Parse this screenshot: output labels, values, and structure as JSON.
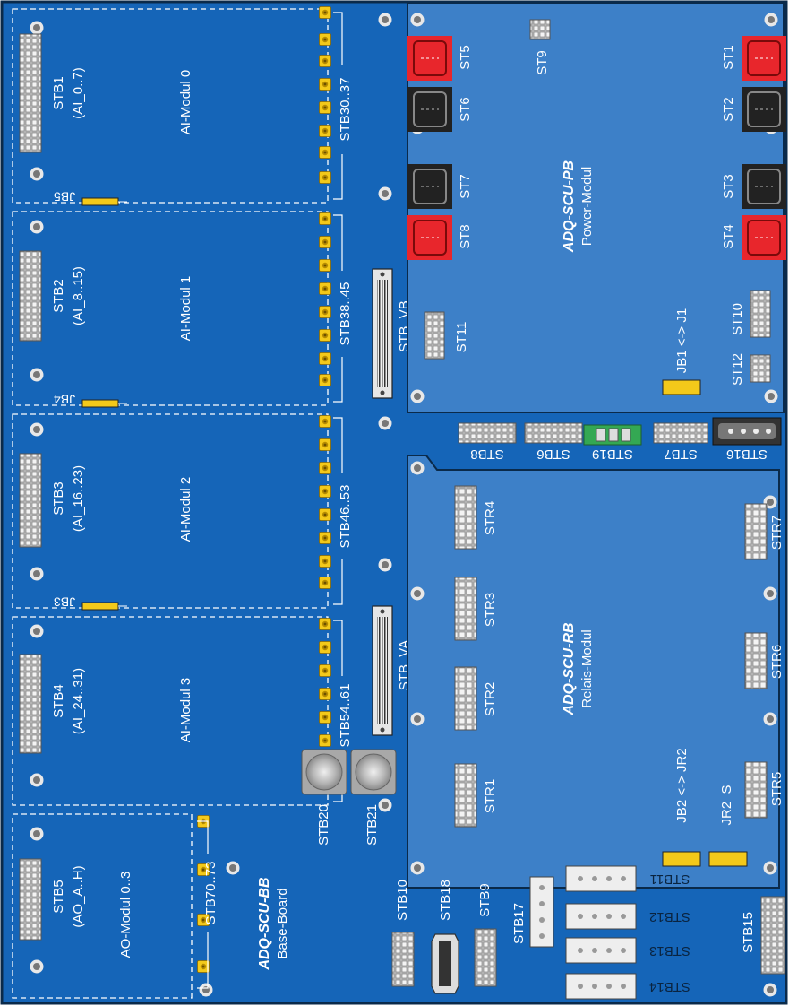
{
  "base_board": {
    "title": "ADQ-SCU-BB",
    "subtitle": "Base-Board",
    "colors": {
      "board": "#1565b8",
      "board_dark": "#0f4e92",
      "edge": "#0a2a4a"
    }
  },
  "ai_modules": [
    {
      "id": "stb1",
      "connector": "STB1",
      "range": "(AI_0..7)",
      "module": "AI-Modul 0",
      "terminals": "STB30..37",
      "jumper": "JB5"
    },
    {
      "id": "stb2",
      "connector": "STB2",
      "range": "(AI_8..15)",
      "module": "AI-Modul 1",
      "terminals": "STB38..45",
      "jumper": "JB4"
    },
    {
      "id": "stb3",
      "connector": "STB3",
      "range": "(AI_16..23)",
      "module": "AI-Modul 2",
      "terminals": "STB46..53",
      "jumper": "JB3"
    },
    {
      "id": "stb4",
      "connector": "STB4",
      "range": "(AI_24..31)",
      "module": "AI-Modul 3",
      "terminals": "STB54..61",
      "jumper": ""
    }
  ],
  "ao_module": {
    "connector": "STB5",
    "range": "(AO_A..H)",
    "module": "AO-Modul 0..3",
    "terminals": "STB70..73"
  },
  "vb_connector": "STB_VB",
  "va_connector": "STB_VA",
  "power_module": {
    "title": "ADQ-SCU-PB",
    "subtitle": "Power-Modul",
    "colors": {
      "board": "#3d80c8",
      "red": "#e8262c",
      "black": "#222222"
    },
    "top_connectors": [
      "ST5",
      "ST6",
      "ST7",
      "ST8"
    ],
    "bottom_connectors": [
      "ST1",
      "ST2",
      "ST3",
      "ST4"
    ],
    "st9": "ST9",
    "st10": "ST10",
    "st11": "ST11",
    "st12": "ST12",
    "jumper": "JB1 <-> J1"
  },
  "relay_module": {
    "title": "ADQ-SCU-RB",
    "subtitle": "Relais-Modul",
    "left_connectors": [
      "STR4",
      "STR3",
      "STR2",
      "STR1"
    ],
    "right_connectors": [
      "STR7",
      "STR6",
      "STR5"
    ],
    "jumper1": "JB2 <-> JR2",
    "jumper2": "JR2_S"
  },
  "middle_connectors": [
    "STB8",
    "STB6",
    "STB19",
    "STB7",
    "STB16"
  ],
  "bottom_area": {
    "stb20": "STB20",
    "stb21": "STB21",
    "stb10": "STB10",
    "stb18": "STB18",
    "stb9": "STB9",
    "stb17": "STB17",
    "stb11": "STB11",
    "stb12": "STB12",
    "stb13": "STB13",
    "stb14": "STB14",
    "stb15": "STB15"
  }
}
